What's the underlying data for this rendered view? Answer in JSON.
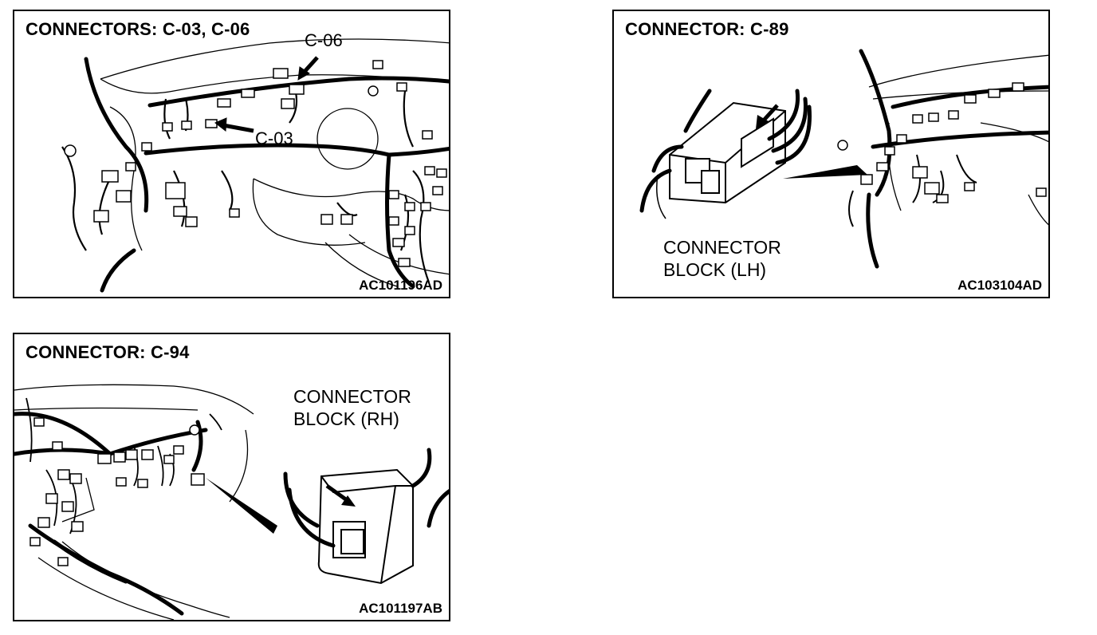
{
  "panels": [
    {
      "title": "CONNECTORS: C-03, C-06",
      "code": "AC101196AD",
      "callouts": [
        "C-06",
        "C-03"
      ]
    },
    {
      "title": "CONNECTOR: C-89",
      "code": "AC103104AD",
      "block_label": [
        "CONNECTOR",
        "BLOCK (LH)"
      ]
    },
    {
      "title": "CONNECTOR: C-94",
      "code": "AC101197AB",
      "block_label": [
        "CONNECTOR",
        "BLOCK (RH)"
      ]
    }
  ]
}
